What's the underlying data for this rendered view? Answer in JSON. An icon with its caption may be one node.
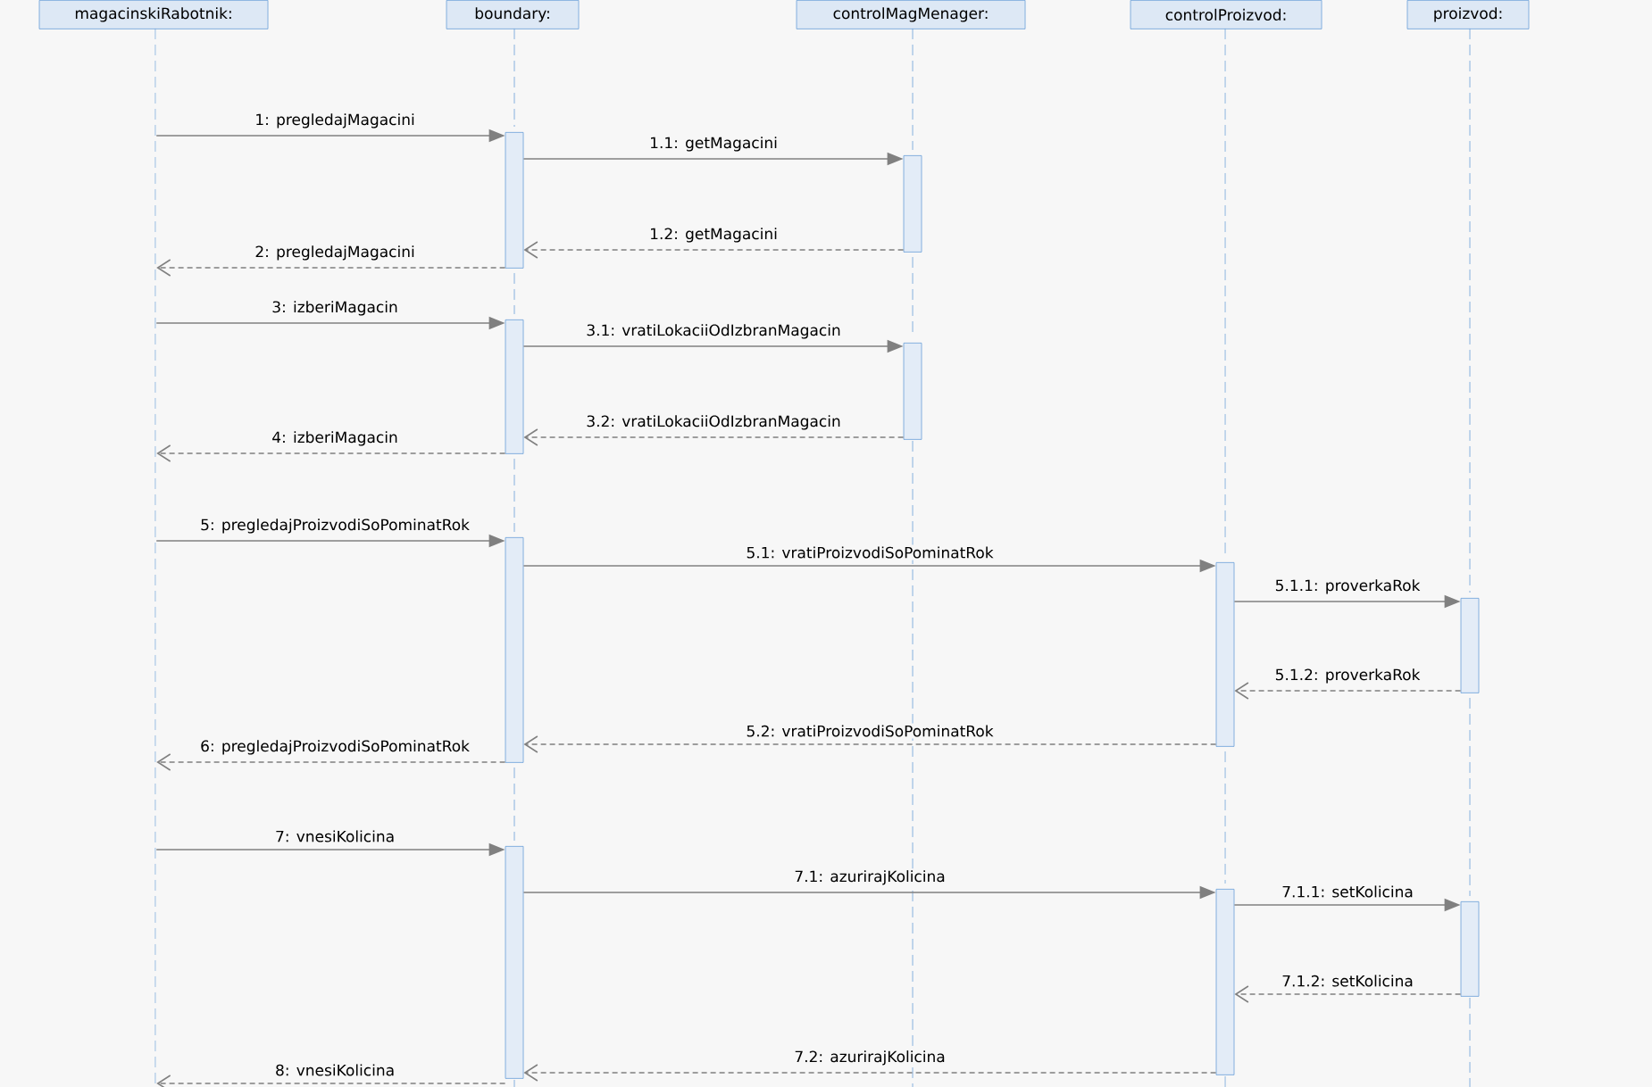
{
  "diagram": {
    "nodes": [
      {
        "text": [
          "magacinskiRabotnik:"
        ]
      },
      {
        "text": [
          "boundary:"
        ]
      },
      {
        "text": [
          "controlMagMenager:"
        ]
      },
      {
        "text": [
          "controlProizvod:"
        ]
      },
      {
        "text": [
          "proizvod:"
        ]
      },
      {
        "text": [],
        "shape": "line"
      },
      {
        "text": [],
        "shape": "line"
      },
      {
        "text": [],
        "shape": "line"
      },
      {
        "text": [],
        "shape": "line"
      },
      {
        "text": [],
        "shape": "line"
      },
      {
        "text": [],
        "shape": "bar",
        "in": 6
      },
      {
        "text": [],
        "shape": "bar",
        "in": 6
      },
      {
        "text": [],
        "shape": "bar",
        "in": 6
      },
      {
        "text": [],
        "shape": "bar",
        "in": 6
      },
      {
        "text": [],
        "shape": "bar",
        "in": 7
      },
      {
        "text": [],
        "shape": "bar",
        "in": 7
      },
      {
        "text": [],
        "shape": "bar",
        "in": 8
      },
      {
        "text": [],
        "shape": "bar",
        "in": 8
      },
      {
        "text": [],
        "shape": "bar",
        "in": 9
      },
      {
        "text": [],
        "shape": "bar",
        "in": 9
      }
    ],
    "edges": [
      {
        "from": 5,
        "to": 10,
        "arrow": "to",
        "label": "1: pregledajMagacini"
      },
      {
        "from": 10,
        "to": 14,
        "arrow": "to",
        "label": "1.1: getMagacini"
      },
      {
        "from": 14,
        "to": 10,
        "arrow": "to",
        "label": "1.2: getMagacini",
        "style": "dashed"
      },
      {
        "from": 10,
        "to": 5,
        "arrow": "to",
        "label": "2: pregledajMagacini",
        "style": "dashed"
      },
      {
        "from": 5,
        "to": 11,
        "arrow": "to",
        "label": "3: izberiMagacin"
      },
      {
        "from": 11,
        "to": 15,
        "arrow": "to",
        "label": "3.1: vratiLokaciiOdIzbranMagacin"
      },
      {
        "from": 15,
        "to": 11,
        "arrow": "to",
        "label": "3.2: vratiLokaciiOdIzbranMagacin",
        "style": "dashed"
      },
      {
        "from": 11,
        "to": 5,
        "arrow": "to",
        "label": "4: izberiMagacin",
        "style": "dashed"
      },
      {
        "from": 5,
        "to": 12,
        "arrow": "to",
        "label": "5: pregledajProizvodiSoPominatRok"
      },
      {
        "from": 12,
        "to": 16,
        "arrow": "to",
        "label": "5.1: vratiProizvodiSoPominatRok"
      },
      {
        "from": 16,
        "to": 18,
        "arrow": "to",
        "label": "5.1.1: proverkaRok"
      },
      {
        "from": 18,
        "to": 16,
        "arrow": "to",
        "label": "5.1.2: proverkaRok",
        "style": "dashed"
      },
      {
        "from": 16,
        "to": 12,
        "arrow": "to",
        "label": "5.2: vratiProizvodiSoPominatRok",
        "style": "dashed"
      },
      {
        "from": 12,
        "to": 5,
        "arrow": "to",
        "label": "6: pregledajProizvodiSoPominatRok",
        "style": "dashed"
      },
      {
        "from": 5,
        "to": 13,
        "arrow": "to",
        "label": "7: vnesiKolicina"
      },
      {
        "from": 13,
        "to": 17,
        "arrow": "to",
        "label": "7.1: azurirajKolicina"
      },
      {
        "from": 17,
        "to": 19,
        "arrow": "to",
        "label": "7.1.1: setKolicina"
      },
      {
        "from": 19,
        "to": 17,
        "arrow": "to",
        "label": "7.1.2: setKolicina",
        "style": "dashed"
      },
      {
        "from": 17,
        "to": 13,
        "arrow": "to",
        "label": "7.2: azurirajKolicina",
        "style": "dashed"
      },
      {
        "from": 13,
        "to": 5,
        "arrow": "to",
        "label": "8: vnesiKolicina",
        "style": "dashed"
      }
    ]
  }
}
